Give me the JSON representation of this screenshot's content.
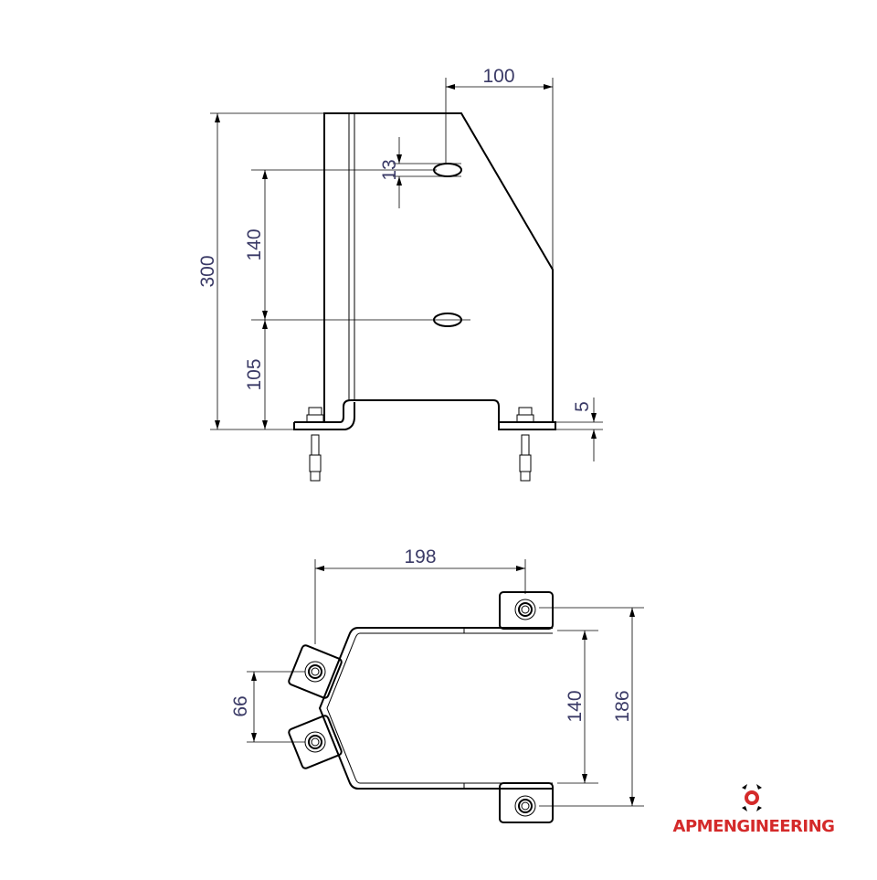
{
  "front_view": {
    "dimensions": {
      "width_top": "100",
      "height_total": "300",
      "slot_spacing": "140",
      "slot_from_base": "105",
      "slot_width": "13",
      "base_thickness": "5"
    }
  },
  "top_view": {
    "dimensions": {
      "bolt_span": "198",
      "left_bolt_spacing": "66",
      "inner_width": "140",
      "outer_bolt_spacing": "186"
    }
  },
  "logo": {
    "text": "APMENGINEERING",
    "color": "#d42a2a"
  },
  "colors": {
    "dimension_text": "#3a3a66",
    "line": "#000000"
  }
}
